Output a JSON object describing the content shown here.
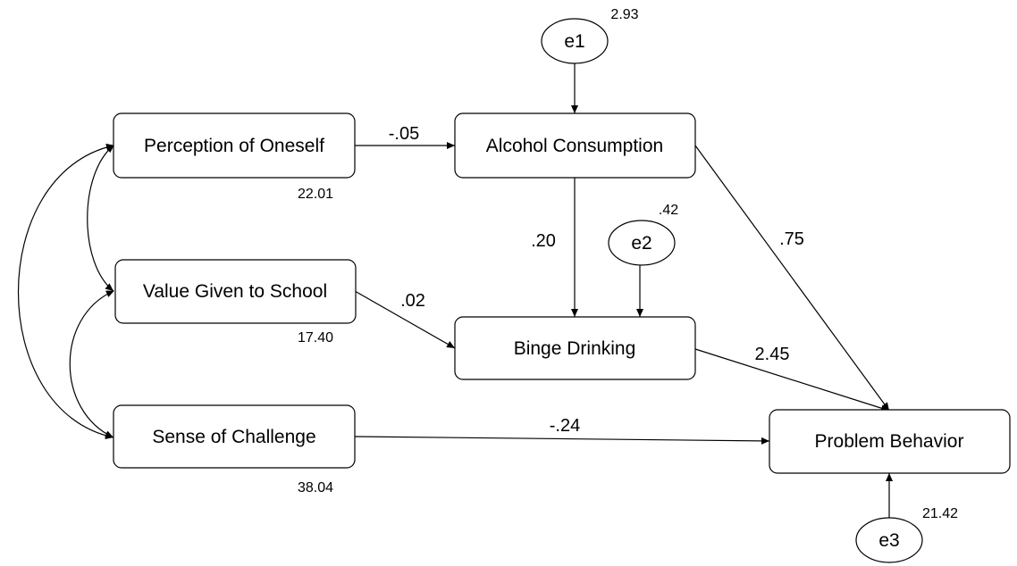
{
  "nodes": {
    "perception": {
      "label": "Perception of Oneself",
      "variance": "22.01"
    },
    "value_school": {
      "label": "Value Given to School",
      "variance": "17.40"
    },
    "challenge": {
      "label": "Sense of Challenge",
      "variance": "38.04"
    },
    "alcohol": {
      "label": "Alcohol Consumption"
    },
    "binge": {
      "label": "Binge Drinking"
    },
    "problem": {
      "label": "Problem Behavior"
    }
  },
  "errors": {
    "e1": {
      "label": "e1",
      "variance": "2.93"
    },
    "e2": {
      "label": "e2",
      "variance": ".42"
    },
    "e3": {
      "label": "e3",
      "variance": "21.42"
    }
  },
  "paths": {
    "perception_to_alcohol": "-.05",
    "alcohol_to_binge": ".20",
    "value_to_binge": ".02",
    "alcohol_to_problem": ".75",
    "binge_to_problem": "2.45",
    "challenge_to_problem": "-.24"
  }
}
